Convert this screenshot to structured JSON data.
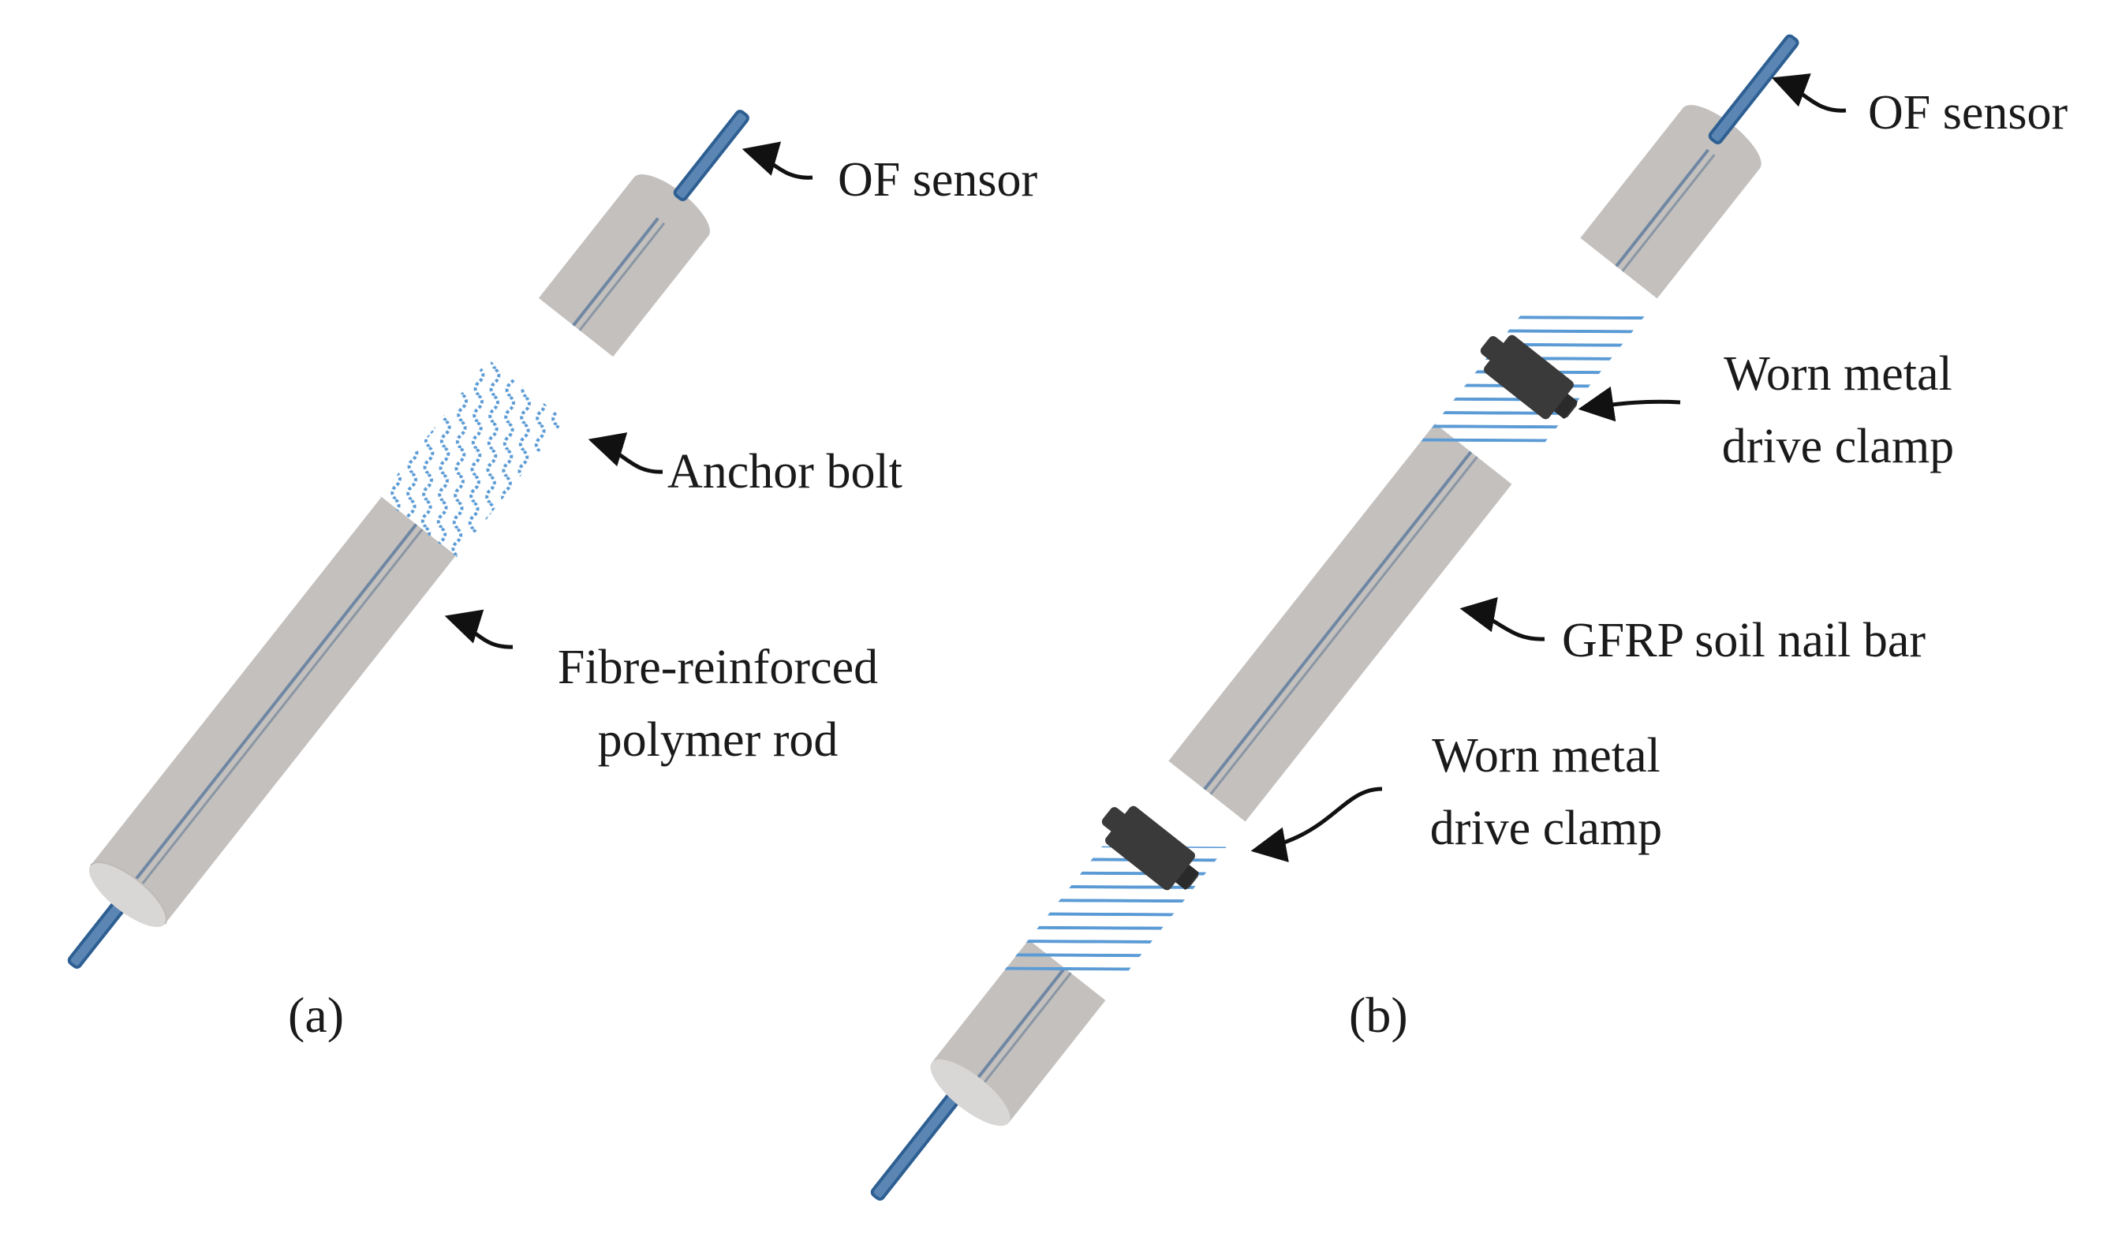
{
  "panel_a": {
    "caption": "(a)",
    "labels": {
      "of_sensor": "OF sensor",
      "anchor_bolt": "Anchor bolt",
      "rod_line1": "Fibre-reinforced",
      "rod_line2": "polymer rod"
    }
  },
  "panel_b": {
    "caption": "(b)",
    "labels": {
      "of_sensor": "OF sensor",
      "clamp_top_line1": "Worn metal",
      "clamp_top_line2": "drive clamp",
      "nail_bar": "GFRP soil nail bar",
      "clamp_bottom_line1": "Worn metal",
      "clamp_bottom_line2": "drive clamp"
    }
  },
  "colors": {
    "rod_grey": "#c3c0be",
    "rod_end_cap": "#d9d7d6",
    "sensor_blue": "#5b86b4",
    "sensor_outline": "#2e5f92",
    "pattern_blue": "#5b9bd5",
    "clamp_dark": "#3a3a3a",
    "arrow_black": "#111111"
  }
}
